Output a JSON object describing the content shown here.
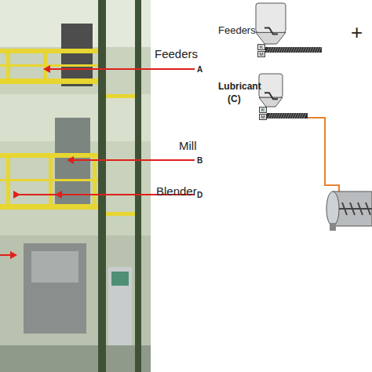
{
  "diagram": {
    "nodes": [
      {
        "text": [
          "Feeders"
        ]
      },
      {
        "text": [
          "K"
        ],
        "in": 0
      },
      {
        "text": [
          "M"
        ],
        "in": 0
      },
      {
        "text": [
          "Lubricant",
          "(C)"
        ]
      },
      {
        "text": [
          "K"
        ],
        "in": 3
      },
      {
        "text": [
          "M"
        ],
        "in": 3
      }
    ],
    "labels": [
      "Feeders",
      "Mill",
      "Blender",
      "A",
      "B",
      "D",
      "+"
    ]
  }
}
